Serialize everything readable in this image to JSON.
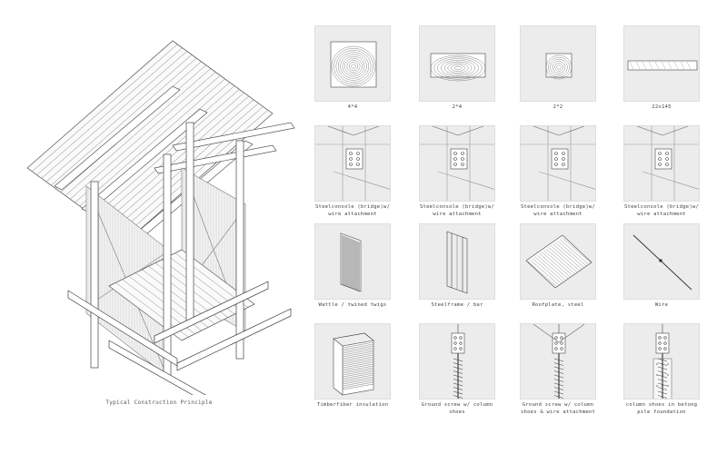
{
  "main_caption": "Typical Construction Principle",
  "tiles": [
    {
      "label": "4*4",
      "icon": "timber-section-4x4-icon"
    },
    {
      "label": "2*4",
      "icon": "timber-section-2x4-icon"
    },
    {
      "label": "2*2",
      "icon": "timber-section-2x2-icon"
    },
    {
      "label": "22x145",
      "icon": "timber-board-22x145-icon"
    },
    {
      "label": "Steelconsole (bridge)w/ wire attachment",
      "icon": "steel-console-icon"
    },
    {
      "label": "Steelconsole (bridge)w/ wire attachment",
      "icon": "steel-console-icon"
    },
    {
      "label": "Steelconsole (bridge)w/ wire attachment",
      "icon": "steel-console-icon"
    },
    {
      "label": "Steelconsole (bridge)w/ wire attachment",
      "icon": "steel-console-icon"
    },
    {
      "label": "Wattle / twined twigs",
      "icon": "wattle-panel-icon"
    },
    {
      "label": "Steelframe / bar",
      "icon": "steelframe-icon"
    },
    {
      "label": "Roofplate, steel",
      "icon": "roofplate-icon"
    },
    {
      "label": "Wire",
      "icon": "wire-icon"
    },
    {
      "label": "Timberfiber insulation",
      "icon": "insulation-block-icon"
    },
    {
      "label": "Ground screw w/ column shoes",
      "icon": "ground-screw-icon"
    },
    {
      "label": "Ground screw w/ column shoes & wire attachment",
      "icon": "ground-screw-wire-icon"
    },
    {
      "label": "column shoes in betong pile foundation",
      "icon": "pile-foundation-icon"
    }
  ]
}
